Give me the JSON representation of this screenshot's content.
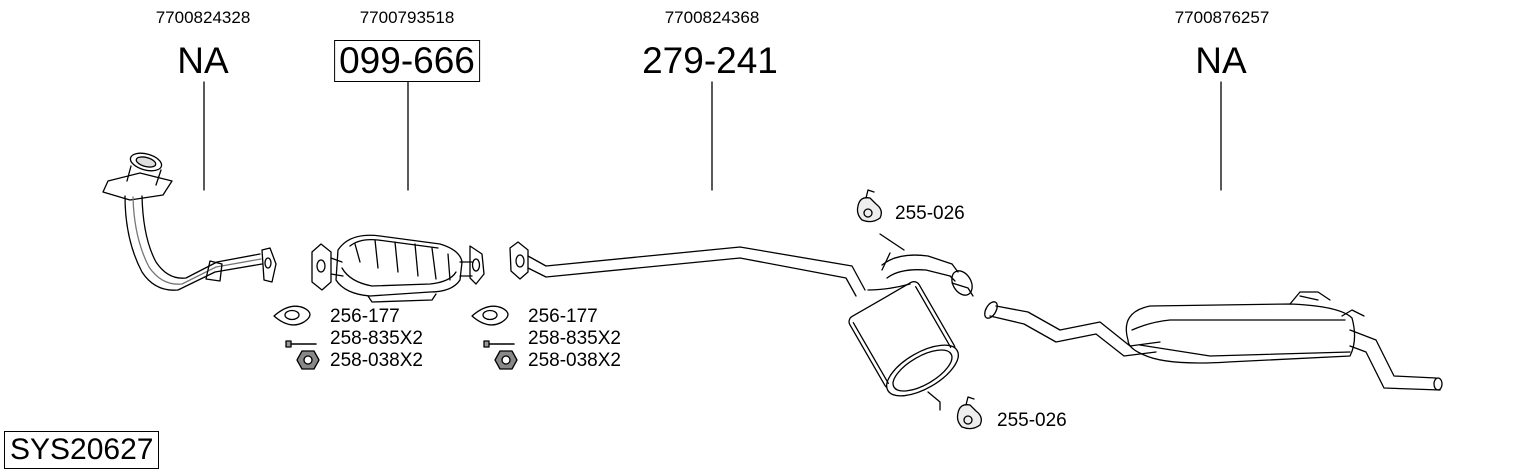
{
  "columns": [
    {
      "oem": "7700824328",
      "part": "NA"
    },
    {
      "oem": "7700793518",
      "part": "099-666"
    },
    {
      "oem": "7700824368",
      "part": "279-241"
    },
    {
      "oem": "7700876257",
      "part": "NA"
    }
  ],
  "accessories": {
    "group_left": [
      "256-177",
      "258-835X2",
      "258-038X2"
    ],
    "group_right": [
      "256-177",
      "258-835X2",
      "258-038X2"
    ],
    "hanger_top": "255-026",
    "hanger_bottom": "255-026"
  },
  "system_code": "SYS20627"
}
